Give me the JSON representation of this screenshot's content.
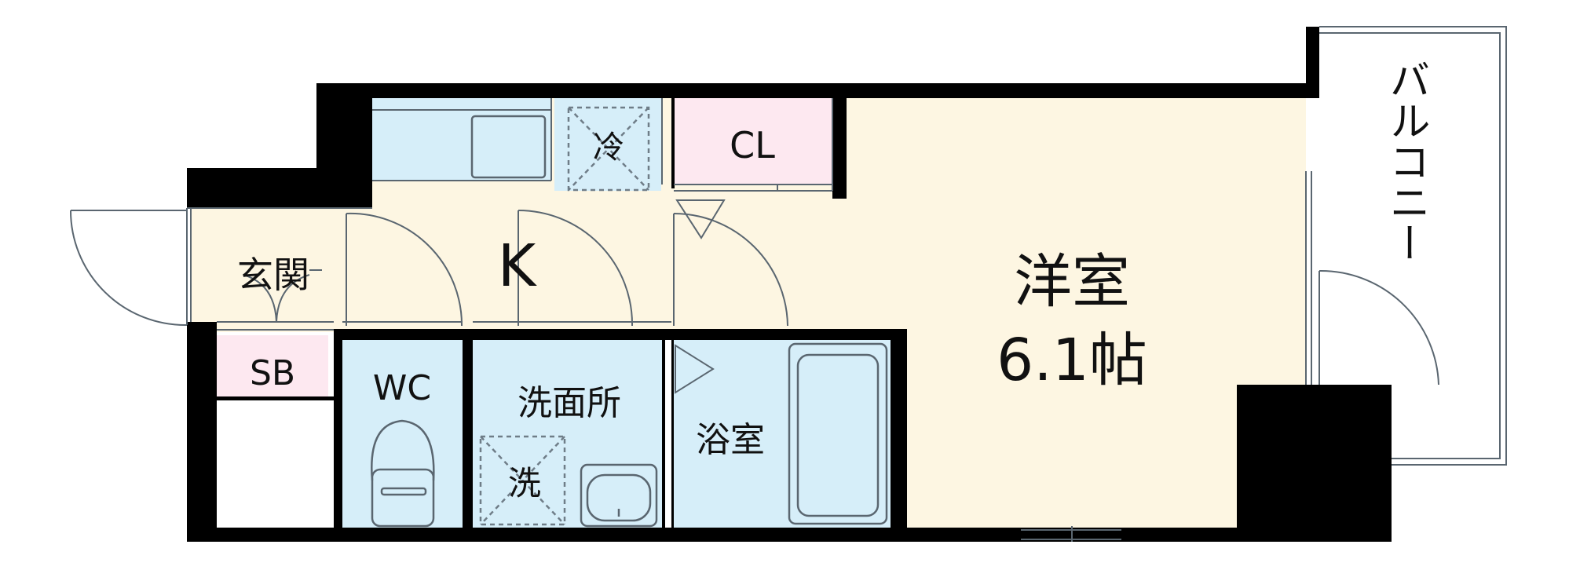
{
  "colors": {
    "wall": "#000000",
    "living": "#fdf6e2",
    "wet_area": "#d6eef9",
    "closet": "#fde8f0",
    "fixture_stroke": "#5a6670",
    "dashed": "#6f7d88"
  },
  "rooms": {
    "western": {
      "label": "洋室",
      "size": "6.1帖"
    },
    "kitchen": {
      "label": "K"
    },
    "fridge": {
      "label": "冷"
    },
    "closet": {
      "label": "CL"
    },
    "entrance": {
      "label": "玄関"
    },
    "shoe_box": {
      "label": "SB"
    },
    "toilet": {
      "label": "WC"
    },
    "washroom": {
      "label": "洗面所"
    },
    "washer": {
      "label": "洗"
    },
    "bathroom": {
      "label": "浴室"
    },
    "balcony": {
      "label": "バルコニー"
    }
  }
}
